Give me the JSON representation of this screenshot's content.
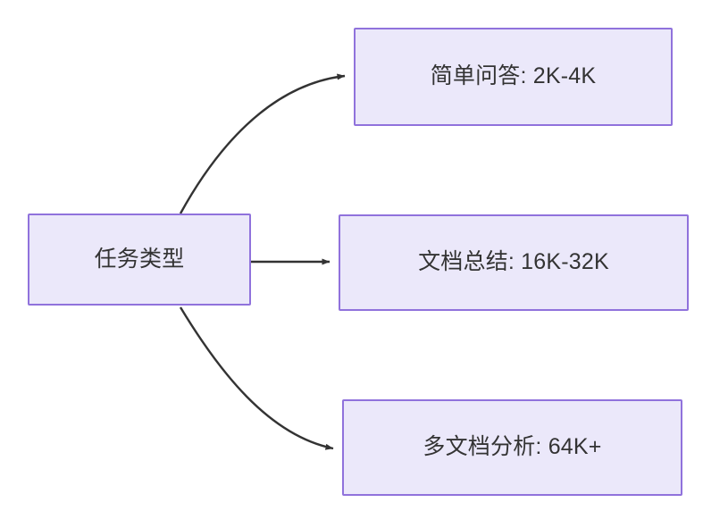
{
  "diagram": {
    "type": "flowchart",
    "direction": "left-to-right",
    "background_color": "#ffffff",
    "node_fill_color": "#ebe8fa",
    "node_border_color": "#9072dc",
    "node_text_color": "#333333",
    "edge_color": "#333333",
    "nodes": [
      {
        "id": "root",
        "label": "任务类型"
      },
      {
        "id": "simple_qa",
        "label": "简单问答: 2K-4K"
      },
      {
        "id": "doc_sum",
        "label": "文档总结: 16K-32K"
      },
      {
        "id": "multi_doc",
        "label": "多文档分析: 64K+"
      }
    ],
    "edges": [
      {
        "id": "edge-root-simple-qa",
        "from": "root",
        "to": "simple_qa",
        "style": "curved",
        "arrowhead": "filled-triangle",
        "label": ""
      },
      {
        "id": "edge-root-doc-sum",
        "from": "root",
        "to": "doc_sum",
        "style": "straight",
        "arrowhead": "filled-triangle",
        "label": ""
      },
      {
        "id": "edge-root-multi-doc",
        "from": "root",
        "to": "multi_doc",
        "style": "curved",
        "arrowhead": "filled-triangle",
        "label": ""
      }
    ]
  }
}
